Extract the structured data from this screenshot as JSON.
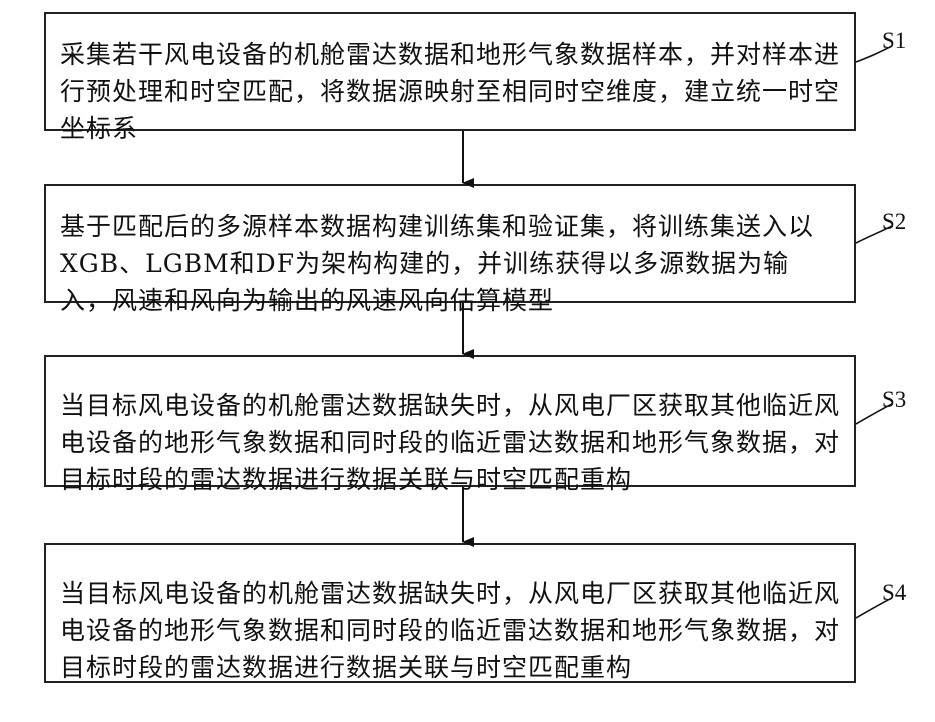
{
  "steps": [
    {
      "id": "S1",
      "text": "采集若干风电设备的机舱雷达数据和地形气象数据样本，并对样本进行预处理和时空匹配，将数据源映射至相同时空维度，建立统一时空坐标系"
    },
    {
      "id": "S2",
      "text": "基于匹配后的多源样本数据构建训练集和验证集，将训练集送入以XGB、LGBM和DF为架构构建的，并训练获得以多源数据为输入，风速和风向为输出的风速风向估算模型"
    },
    {
      "id": "S3",
      "text": "当目标风电设备的机舱雷达数据缺失时，从风电厂区获取其他临近风电设备的地形气象数据和同时段的临近雷达数据和地形气象数据，对目标时段的雷达数据进行数据关联与时空匹配重构"
    },
    {
      "id": "S4",
      "text": "当目标风电设备的机舱雷达数据缺失时，从风电厂区获取其他临近风电设备的地形气象数据和同时段的临近雷达数据和地形气象数据，对目标时段的雷达数据进行数据关联与时空匹配重构"
    }
  ]
}
